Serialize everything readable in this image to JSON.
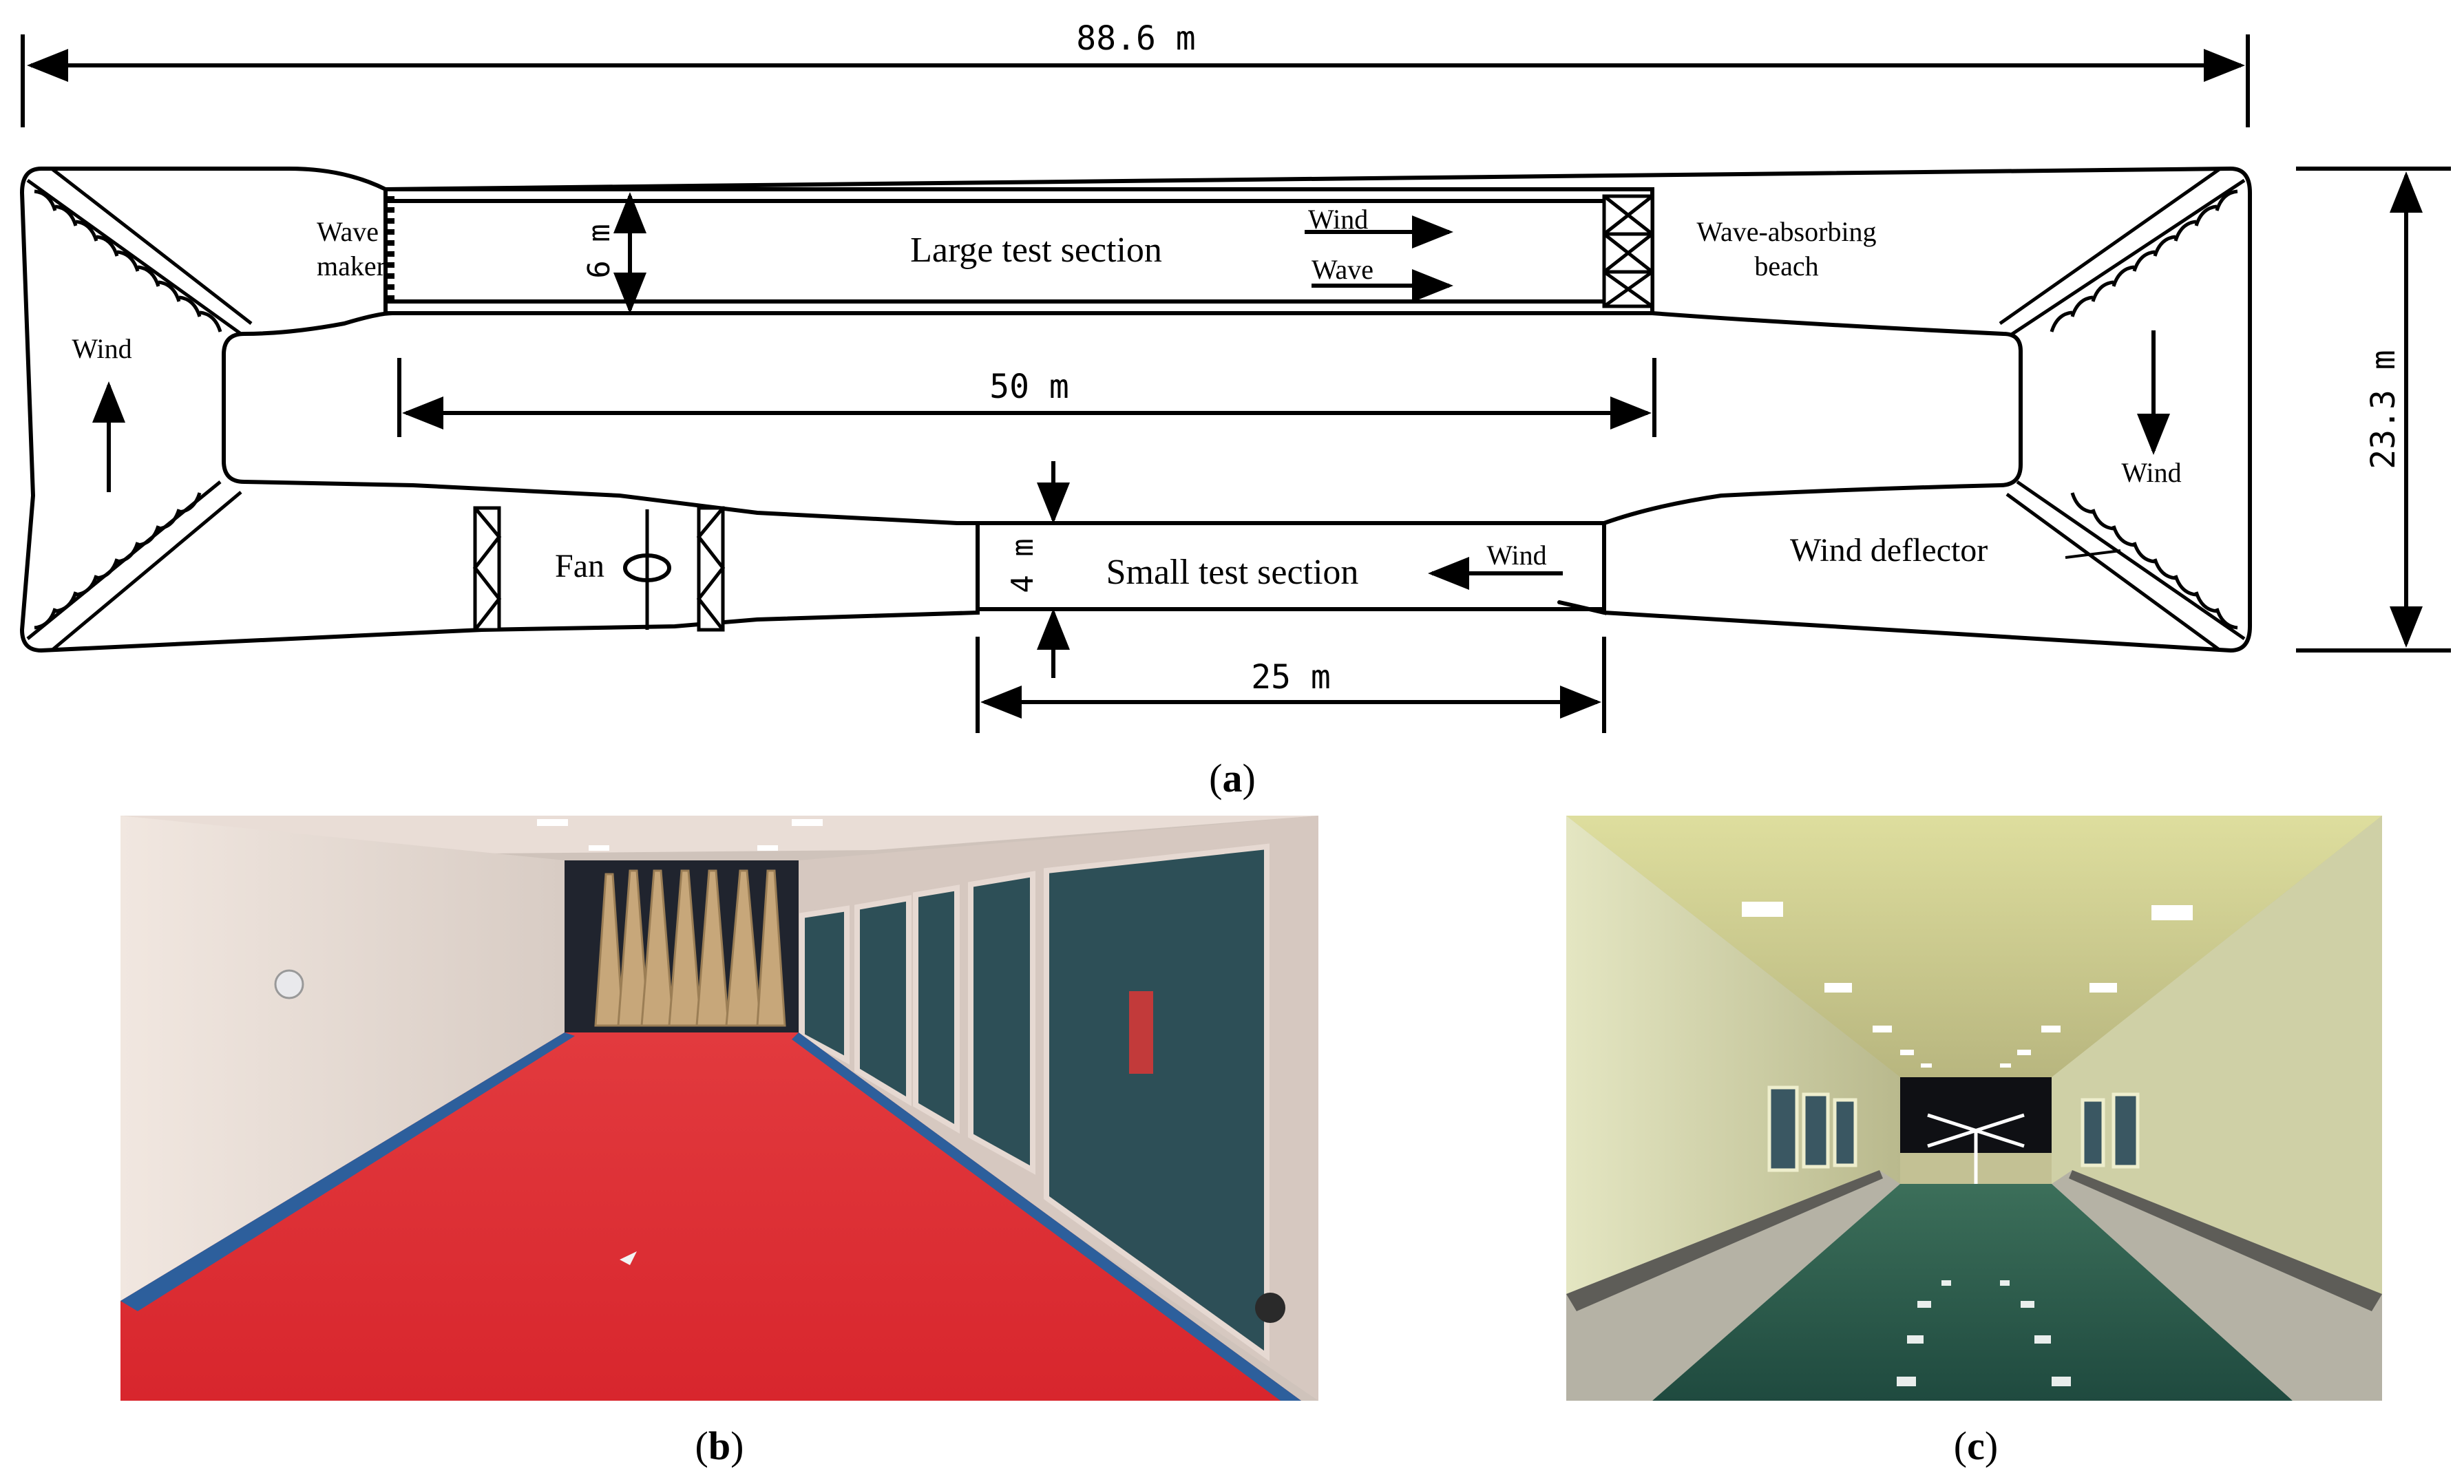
{
  "diagram": {
    "overall_length": "88.6 m",
    "overall_width": "23.3 m",
    "large_section_length": "50 m",
    "large_section_height": "6 m",
    "small_section_length": "25 m",
    "small_section_height": "4 m",
    "labels": {
      "large_test_section": "Large test section",
      "small_test_section": "Small test section",
      "wave_maker_line1": "Wave",
      "wave_maker_line2": "maker",
      "beach_line1": "Wave-absorbing",
      "beach_line2": "beach",
      "wind_top": "Wind",
      "wave_top": "Wave",
      "wind_left": "Wind",
      "wind_right": "Wind",
      "wind_small": "Wind",
      "fan": "Fan",
      "wind_deflector": "Wind deflector"
    }
  },
  "captions": {
    "a_open": "(",
    "a": "a",
    "a_close": ")",
    "b_open": "(",
    "b": "b",
    "b_close": ")",
    "c_open": "(",
    "c": "c",
    "c_close": ")"
  },
  "colors": {
    "carpet": "#e0262f",
    "water": "#2f5a4c",
    "wall_b": "#ece2dc",
    "wall_c": "#d9d9b2"
  }
}
